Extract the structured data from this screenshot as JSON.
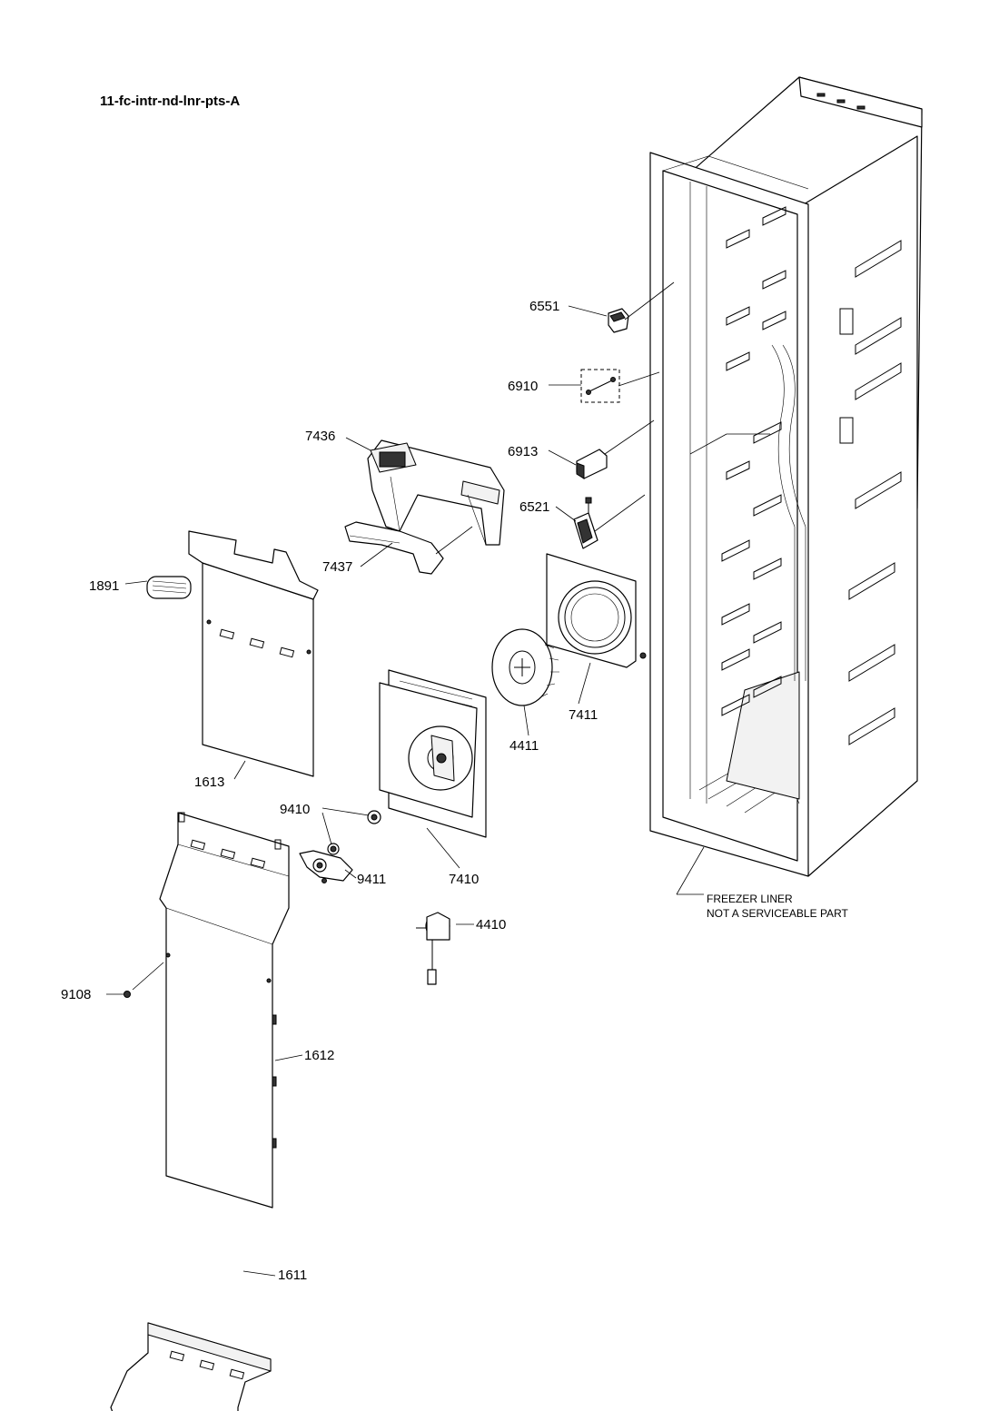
{
  "title": "11-fc-intr-nd-lnr-pts-A",
  "callouts": {
    "p6551": "6551",
    "p6910": "6910",
    "p7436": "7436",
    "p6913": "6913",
    "p6521": "6521",
    "p7437": "7437",
    "p1891": "1891",
    "p7411": "7411",
    "p4411": "4411",
    "p1613": "1613",
    "p9410": "9410",
    "p9411": "9411",
    "p7410": "7410",
    "p4410": "4410",
    "p9108": "9108",
    "p1612": "1612",
    "p1611": "1611"
  },
  "liner_note": {
    "line1": "FREEZER LINER",
    "line2": "NOT A SERVICEABLE PART"
  }
}
